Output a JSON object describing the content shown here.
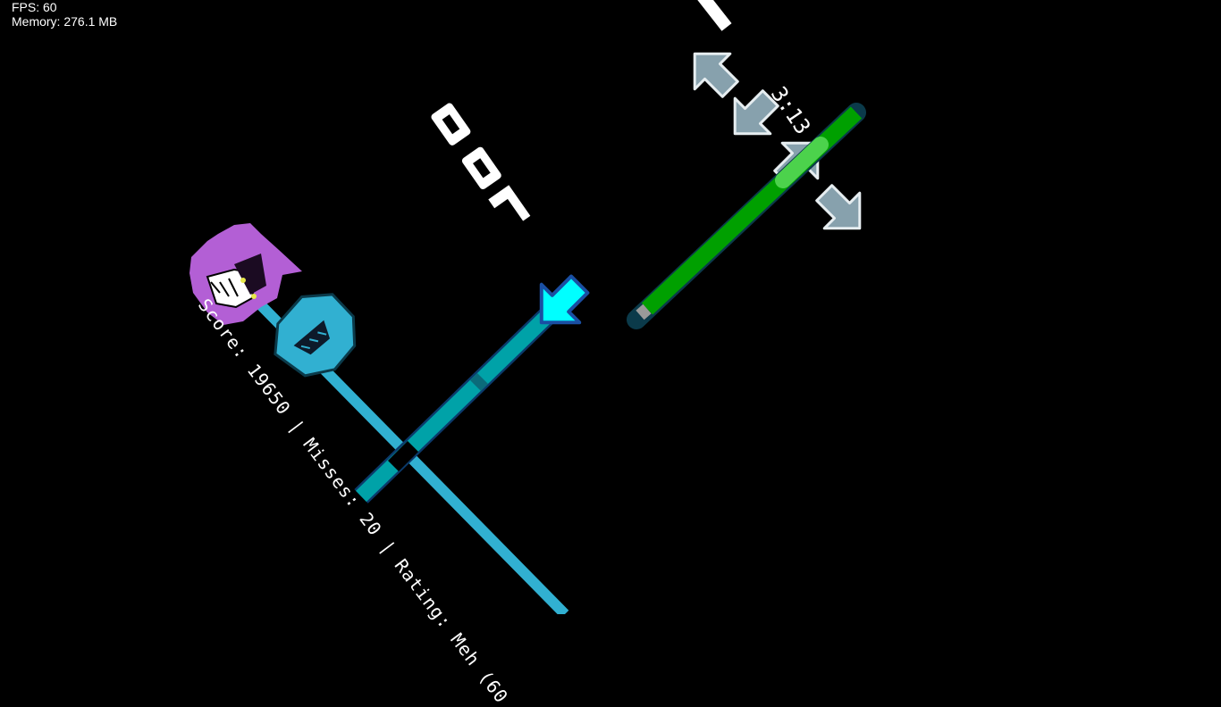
{
  "debug": {
    "fps": "FPS: 60",
    "memory": "Memory: 276.1 MB"
  },
  "hud": {
    "score_line": "Score: 19650 | Misses: 20 | Rating: Meh (60",
    "song_time": "3:13",
    "combo_digits": "001"
  },
  "colors": {
    "background": "#000000",
    "opponent_health": "#00a000",
    "player_health": "#31b0d1",
    "hold_note": "#00a2a8",
    "note_cyan": "#00ffff",
    "strum_gray": "#87a1ad",
    "opponent_icon": "#b35fd5"
  },
  "health": {
    "player_fraction": 0.0
  },
  "icons": {
    "opponent": "purple-demon-icon",
    "player": "blue-hood-icon"
  }
}
